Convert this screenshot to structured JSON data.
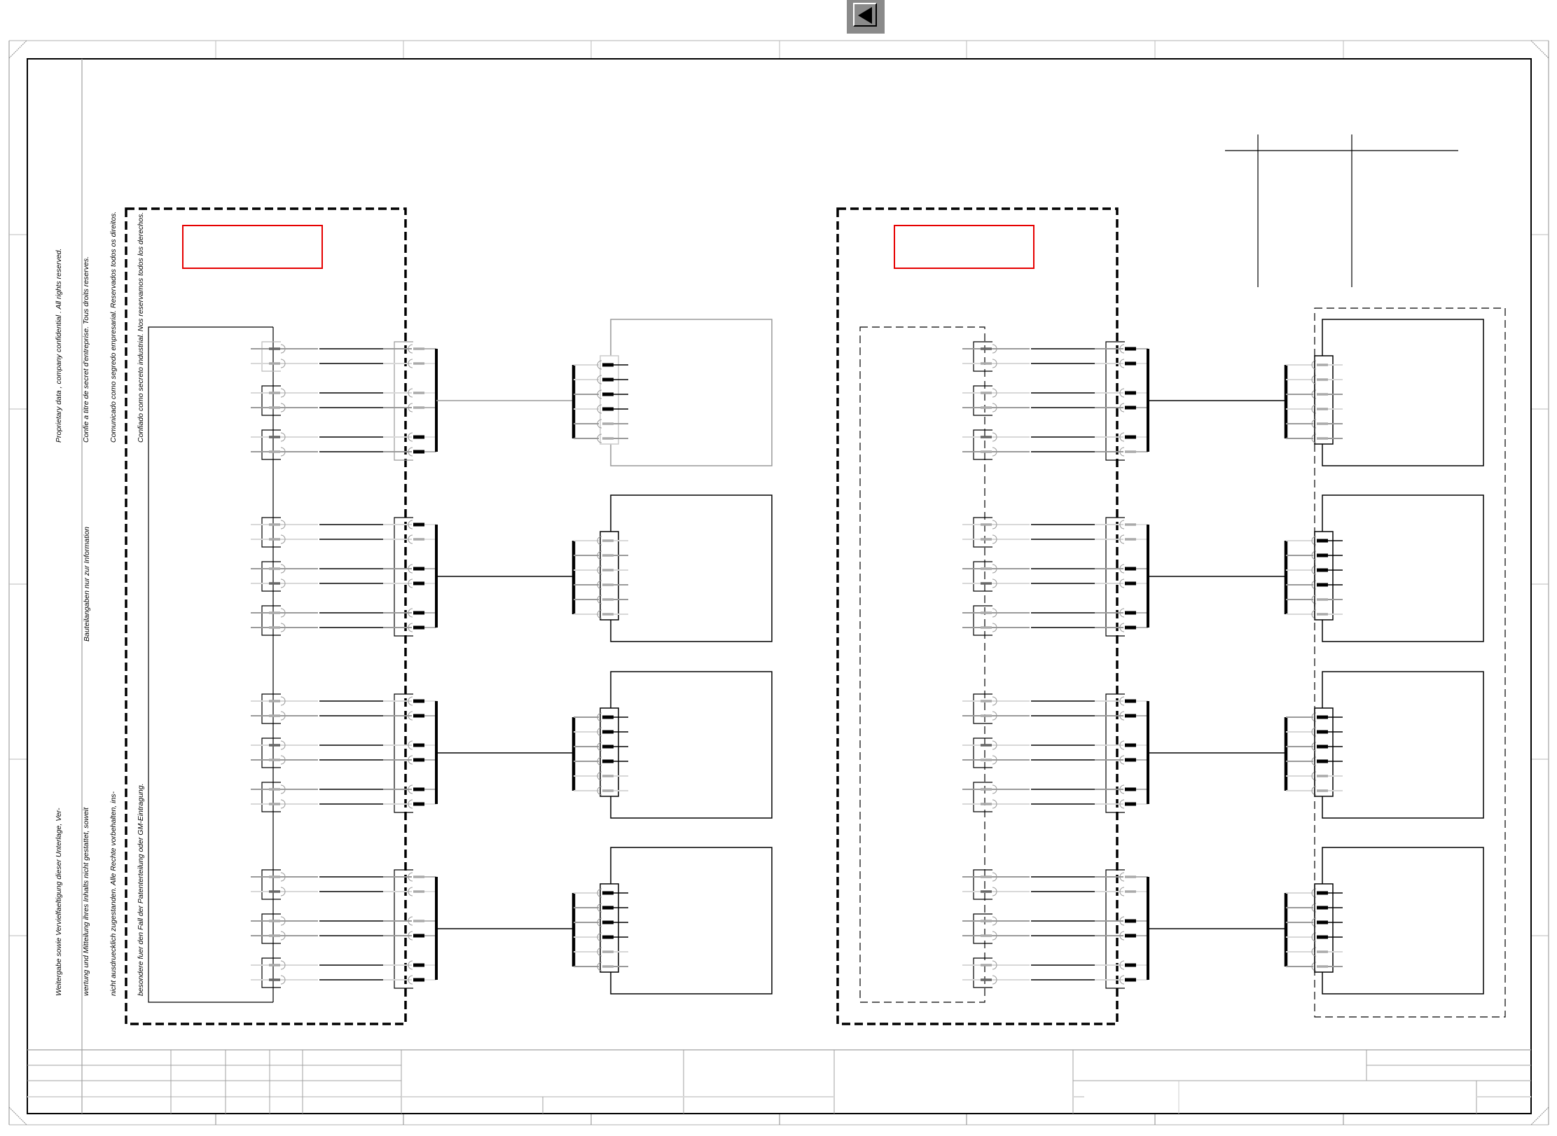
{
  "window": {
    "back_button_label": "Back",
    "back_button_icon": "triangle-left-icon"
  },
  "drawing": {
    "type": "electrical wiring schematic sheet",
    "colors": {
      "line": "#000000",
      "frame": "#a0a0a0",
      "light_wire": "#d8d8d8",
      "mid_wire": "#9a9a9a",
      "highlight_box": "#e60000",
      "back_button_bg": "#8a8a8a"
    },
    "notices": {
      "proprietary": [
        "Proprietary data , company confidential .  All rights reserved.",
        "Confie a titre de secret d'entreprise. Tous droits reserves.",
        "Comunicado como segredo empresarial. Reservados todos os direitos.",
        "Confiado como secreto industrial. Nos reservamos todos los derechos."
      ],
      "component_info": "Bauteilangaben nur zur Information",
      "reproduction": [
        "Weitergabe sowie Vervielfaeltigung dieser Unterlage, Ver-",
        "wertung und Mitteilung ihres Inhalts nicht gestattet, soweit",
        "nicht ausdruecklich zugestanden. Alle Rechte vorbehalten, ins-",
        "besondere fuer den Fall der Patenterteilung oder GM-Eintragung."
      ]
    },
    "panels": [
      {
        "name": "left-assembly",
        "modules": 4,
        "pins_per_connector": 6,
        "label": ""
      },
      {
        "name": "right-assembly",
        "modules": 4,
        "pins_per_connector": 6,
        "label": ""
      }
    ],
    "title_block": {
      "cells_filled": false
    }
  }
}
